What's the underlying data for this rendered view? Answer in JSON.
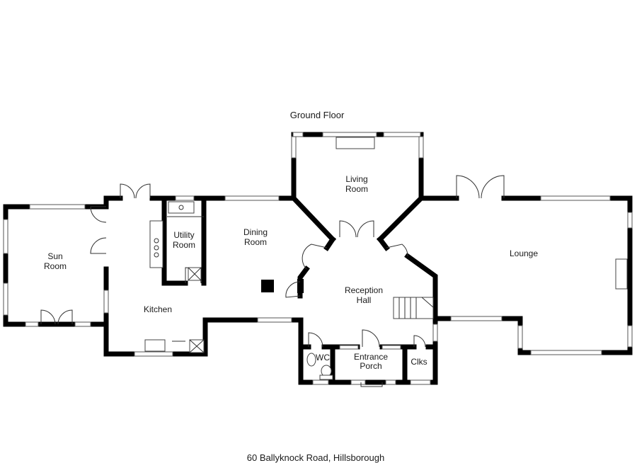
{
  "floor_title": "Ground Floor",
  "address": "60 Ballyknock Road, Hillsborough",
  "rooms": {
    "sun_room": [
      "Sun",
      "Room"
    ],
    "kitchen": [
      "Kitchen"
    ],
    "utility_room": [
      "Utility",
      "Room"
    ],
    "dining_room": [
      "Dining",
      "Room"
    ],
    "living_room": [
      "Living",
      "Room"
    ],
    "reception_hall": [
      "Reception",
      "Hall"
    ],
    "lounge": [
      "Lounge"
    ],
    "wc": [
      "WC"
    ],
    "entrance_porch": [
      "Entrance",
      "Porch"
    ],
    "cloaks": [
      "Clks"
    ]
  }
}
